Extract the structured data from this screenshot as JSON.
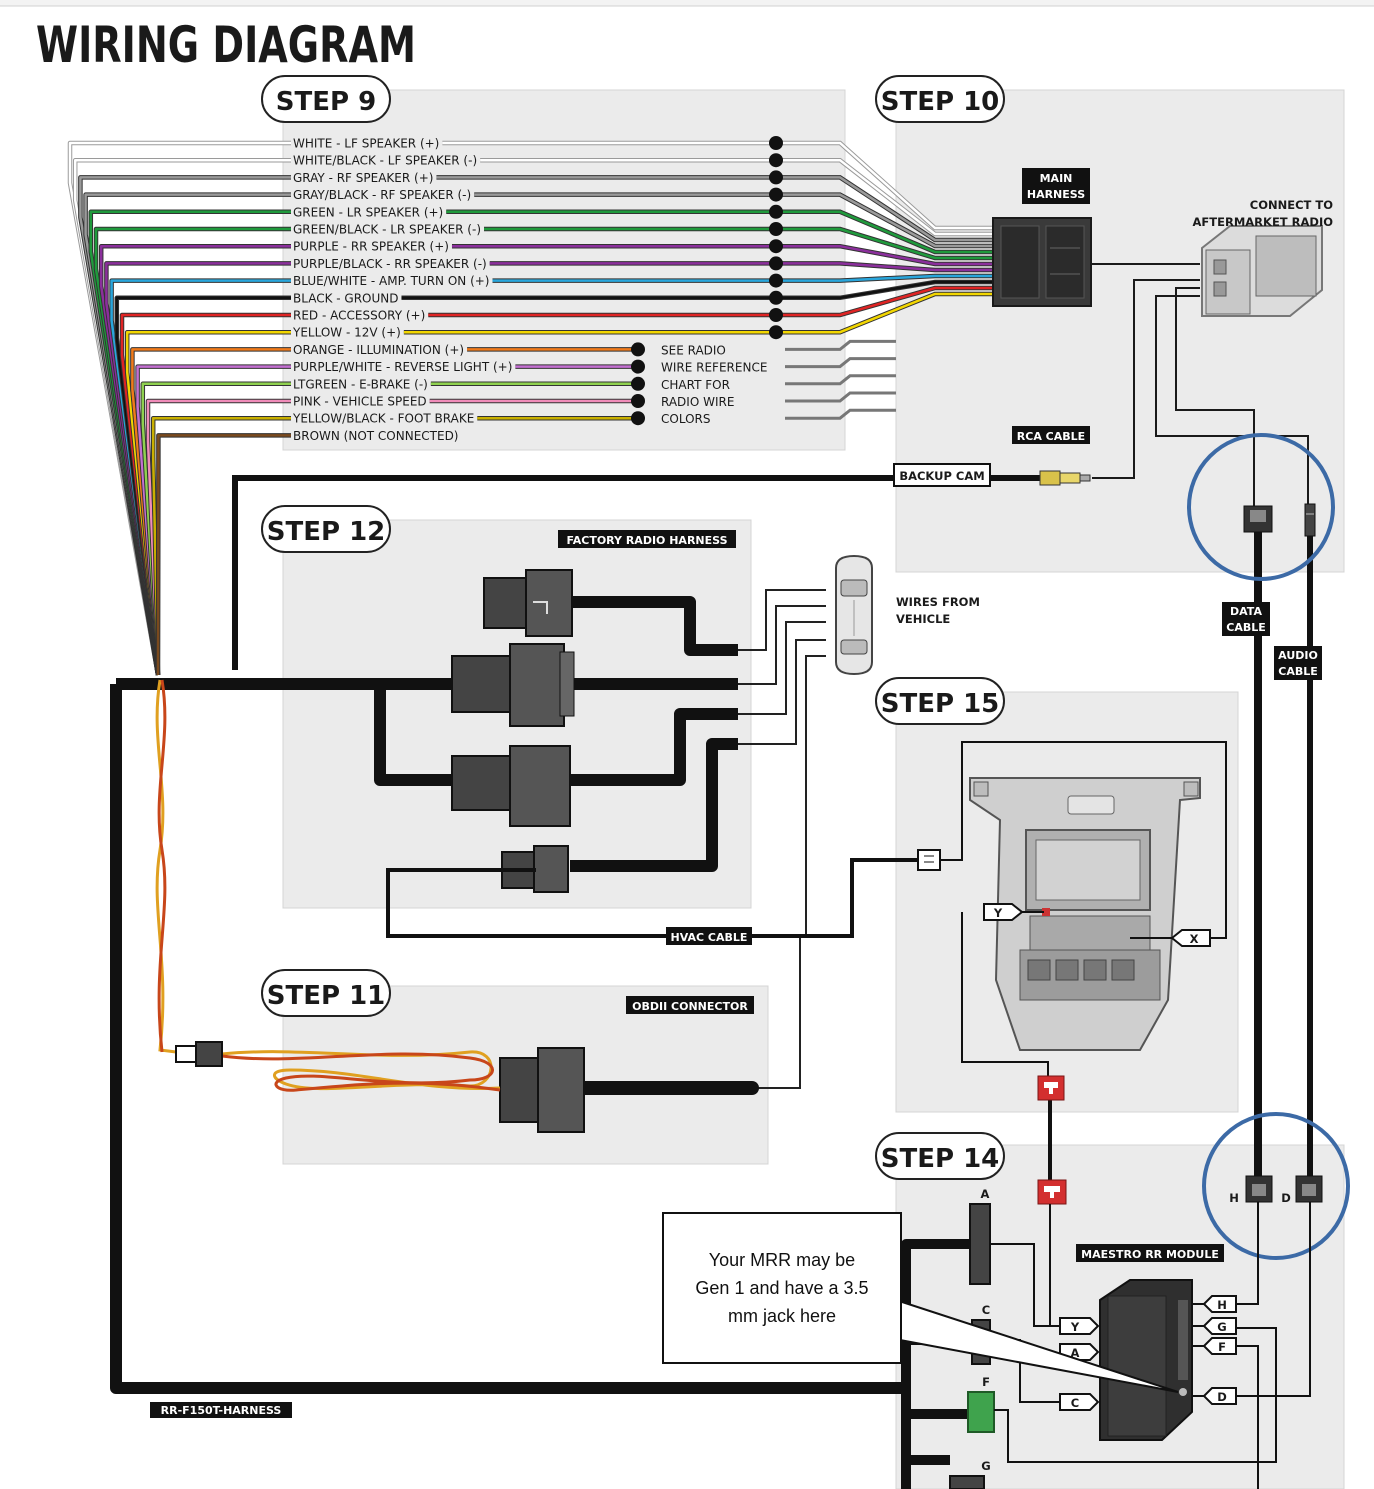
{
  "title": "WIRING DIAGRAM",
  "steps": {
    "s9": "STEP 9",
    "s10": "STEP 10",
    "s12": "STEP 12",
    "s15": "STEP 15",
    "s11": "STEP 11",
    "s14": "STEP 14"
  },
  "wires": [
    {
      "label": "WHITE - LF SPEAKER (+)",
      "color": "#ffffff"
    },
    {
      "label": "WHITE/BLACK - LF SPEAKER (-)",
      "color": "#ffffff"
    },
    {
      "label": "GRAY - RF SPEAKER (+)",
      "color": "#9a9a9a"
    },
    {
      "label": "GRAY/BLACK - RF SPEAKER (-)",
      "color": "#9a9a9a"
    },
    {
      "label": "GREEN - LR SPEAKER (+)",
      "color": "#1f9a3c"
    },
    {
      "label": "GREEN/BLACK - LR SPEAKER (-)",
      "color": "#1f9a3c"
    },
    {
      "label": "PURPLE - RR SPEAKER (+)",
      "color": "#8b2f9c"
    },
    {
      "label": "PURPLE/BLACK - RR SPEAKER (-)",
      "color": "#8b2f9c"
    },
    {
      "label": "BLUE/WHITE - AMP. TURN ON (+)",
      "color": "#29a6dc"
    },
    {
      "label": "BLACK - GROUND",
      "color": "#111111"
    },
    {
      "label": "RED - ACCESSORY (+)",
      "color": "#e02424"
    },
    {
      "label": "YELLOW - 12V (+)",
      "color": "#f2d600"
    },
    {
      "label": "ORANGE - ILLUMINATION (+)",
      "color": "#f07a1a"
    },
    {
      "label": "PURPLE/WHITE - REVERSE LIGHT (+)",
      "color": "#c36fd1"
    },
    {
      "label": "LTGREEN - E-BRAKE (-)",
      "color": "#8fd14f"
    },
    {
      "label": "PINK - VEHICLE SPEED",
      "color": "#f08cb9"
    },
    {
      "label": "YELLOW/BLACK - FOOT BRAKE",
      "color": "#c9b000"
    },
    {
      "label": "BROWN (NOT CONNECTED)",
      "color": "#7a4a1e"
    }
  ],
  "see_radio": [
    "SEE RADIO",
    "WIRE REFERENCE",
    "CHART FOR",
    "RADIO WIRE",
    "COLORS"
  ],
  "labels": {
    "main_harness_1": "MAIN",
    "main_harness_2": "HARNESS",
    "connect_to_1": "CONNECT TO",
    "connect_to_2": "AFTERMARKET RADIO",
    "rca_cable": "RCA CABLE",
    "backup_cam": "BACKUP CAM",
    "factory_radio_harness": "FACTORY RADIO HARNESS",
    "wires_from_1": "WIRES FROM",
    "wires_from_2": "VEHICLE",
    "data_cable_1": "DATA",
    "data_cable_2": "CABLE",
    "audio_cable_1": "AUDIO",
    "audio_cable_2": "CABLE",
    "hvac_cable": "HVAC CABLE",
    "obdii_connector": "OBDII CONNECTOR",
    "maestro_module": "MAESTRO RR MODULE",
    "harness_name": "RR-F150T-HARNESS",
    "port_y": "Y",
    "port_x": "X",
    "port_a": "A",
    "port_c": "C",
    "port_f": "F",
    "port_g": "G",
    "port_h": "H",
    "port_d": "D"
  },
  "callout": {
    "line1": "Your MRR may be",
    "line2": "Gen 1 and have a 3.5",
    "line3": "mm jack here"
  },
  "colors": {
    "panel": "#ebebeb",
    "circle": "#3c6aa6",
    "connector_red": "#d32f2f",
    "connector_green": "#3fa34d"
  }
}
